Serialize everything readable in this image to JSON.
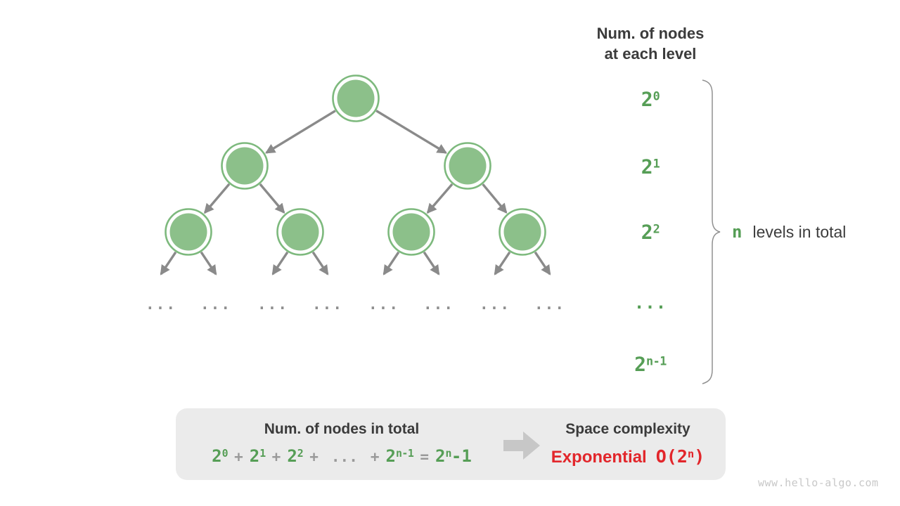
{
  "colors": {
    "node_fill_green": "#8cc08a",
    "node_ring_green": "#7db97d",
    "label_green": "#569e56",
    "edge_gray": "#8a8a8a",
    "text_dark": "#3b3b3b",
    "operator_gray": "#9a9a9a",
    "box_background": "#ebebeb",
    "block_arrow_gray": "#c7c7c7",
    "complexity_red": "#e2262b",
    "watermark_gray": "#c8c8c8"
  },
  "right_panel": {
    "header": {
      "line1": "Num. of nodes",
      "line2": "at each level"
    },
    "levels": [
      {
        "base": "2",
        "sup": "0"
      },
      {
        "base": "2",
        "sup": "1"
      },
      {
        "base": "2",
        "sup": "2"
      },
      {
        "base": "...",
        "sup": ""
      },
      {
        "base": "2",
        "sup": "n-1"
      }
    ],
    "brace_label": {
      "n": "n",
      "text": "levels in total"
    }
  },
  "tree": {
    "ellipsis": "..."
  },
  "summary": {
    "left_title": "Num. of nodes in total",
    "formula_tokens": [
      {
        "text": "2",
        "sup": "0",
        "role": "term"
      },
      {
        "text": "+",
        "role": "op"
      },
      {
        "text": "2",
        "sup": "1",
        "role": "term"
      },
      {
        "text": "+",
        "role": "op"
      },
      {
        "text": "2",
        "sup": "2",
        "role": "term"
      },
      {
        "text": "+",
        "role": "op"
      },
      {
        "text": "...",
        "role": "op"
      },
      {
        "text": "+",
        "role": "op"
      },
      {
        "text": "2",
        "sup": "n-1",
        "role": "term"
      },
      {
        "text": "=",
        "role": "op"
      },
      {
        "text": "2",
        "sup": "n",
        "suffix": "-1",
        "role": "term"
      }
    ],
    "right_title": "Space complexity",
    "complexity": {
      "word": "Exponential",
      "expr_open": "O(2",
      "expr_sup": "n",
      "expr_close": ")"
    }
  },
  "watermark": "www.hello-algo.com"
}
